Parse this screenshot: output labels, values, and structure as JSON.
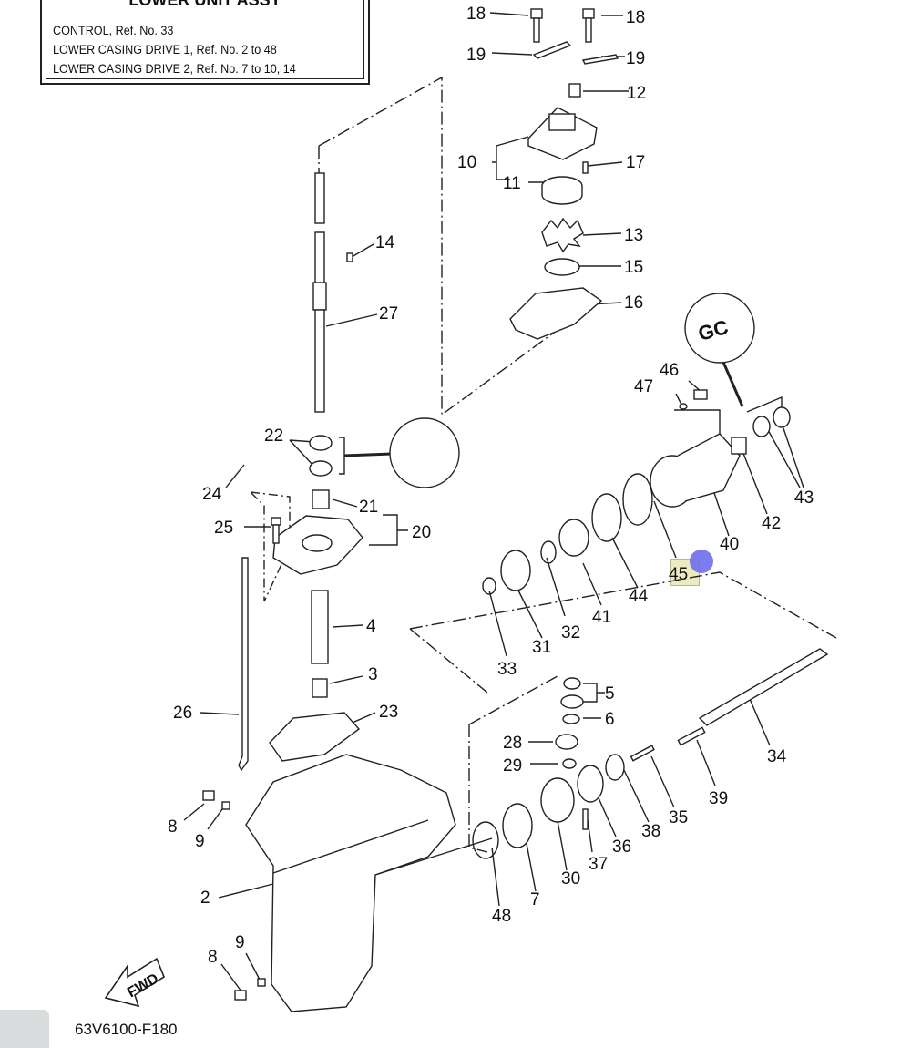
{
  "header": {
    "title": "LOWER UNIT ASSY",
    "lines": [
      "CONTROL,  Ref. No. 33",
      "LOWER CASING DRIVE 1,  Ref. No. 2 to 48",
      "LOWER CASING DRIVE 2,  Ref. No. 7 to 10, 14"
    ]
  },
  "part_code": "63V6100-F180",
  "fwd_label": "FWD",
  "grease_mark": "GC",
  "callouts": [
    "18",
    "18",
    "19",
    "19",
    "12",
    "10",
    "11",
    "17",
    "13",
    "15",
    "16",
    "14",
    "27",
    "22",
    "24",
    "21",
    "20",
    "25",
    "4",
    "3",
    "26",
    "23",
    "8",
    "9",
    "2",
    "8",
    "9",
    "46",
    "47",
    "43",
    "42",
    "40",
    "45",
    "44",
    "41",
    "32",
    "31",
    "33",
    "5",
    "6",
    "28",
    "29",
    "34",
    "39",
    "35",
    "38",
    "36",
    "37",
    "30",
    "7",
    "48"
  ]
}
